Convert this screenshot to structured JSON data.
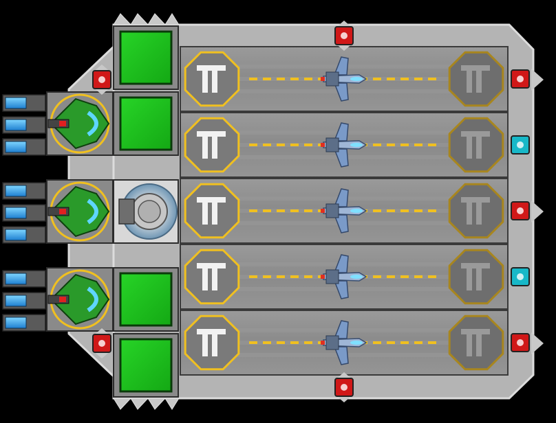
{
  "scene": {
    "title": "",
    "background": "#000000",
    "hull_color": "#b9b9b9",
    "hull_edge": "#d9d9d9",
    "bay_floor": "#8c8c8c",
    "accent_yellow": "#f0c020",
    "accent_gold": "#a8861e",
    "room_green": "#1fc21f",
    "marker_red": "#d01818",
    "marker_cyan": "#18b8c8",
    "drone_green": "#2a9a2a",
    "fighter_blue": "#7a9ac8"
  },
  "bays": [
    {
      "id": "bay-1",
      "launch_pad_icon": "launch-pad-icon",
      "landing_pad_icon": "landing-pad-icon",
      "fighter": "fighter-icon",
      "right_marker": "red"
    },
    {
      "id": "bay-2",
      "launch_pad_icon": "launch-pad-icon",
      "landing_pad_icon": "landing-pad-icon",
      "fighter": "fighter-icon",
      "right_marker": "cyan"
    },
    {
      "id": "bay-3",
      "launch_pad_icon": "launch-pad-icon",
      "landing_pad_icon": "landing-pad-icon",
      "fighter": "fighter-icon",
      "right_marker": "red"
    },
    {
      "id": "bay-4",
      "launch_pad_icon": "launch-pad-icon",
      "landing_pad_icon": "landing-pad-icon",
      "fighter": "fighter-icon",
      "right_marker": "cyan"
    },
    {
      "id": "bay-5",
      "launch_pad_icon": "launch-pad-icon",
      "landing_pad_icon": "landing-pad-icon",
      "fighter": "fighter-icon",
      "right_marker": "red"
    }
  ],
  "rooms": [
    {
      "id": "room-1",
      "type": "green-room"
    },
    {
      "id": "room-2",
      "type": "green-room"
    },
    {
      "id": "room-3",
      "type": "shield-room",
      "icon": "shield-icon"
    },
    {
      "id": "room-4",
      "type": "green-room"
    },
    {
      "id": "room-5",
      "type": "green-room"
    }
  ],
  "drone_bays": [
    {
      "id": "drone-bay-1",
      "drone_icon": "drone-icon",
      "thrusters": 3
    },
    {
      "id": "drone-bay-2",
      "drone_icon": "drone-icon",
      "thrusters": 3
    },
    {
      "id": "drone-bay-3",
      "drone_icon": "drone-icon",
      "thrusters": 3
    }
  ],
  "markers": [
    {
      "id": "marker-top",
      "color": "red"
    },
    {
      "id": "marker-bottom",
      "color": "red"
    },
    {
      "id": "marker-left-upper",
      "color": "red"
    },
    {
      "id": "marker-left-lower",
      "color": "red"
    }
  ]
}
